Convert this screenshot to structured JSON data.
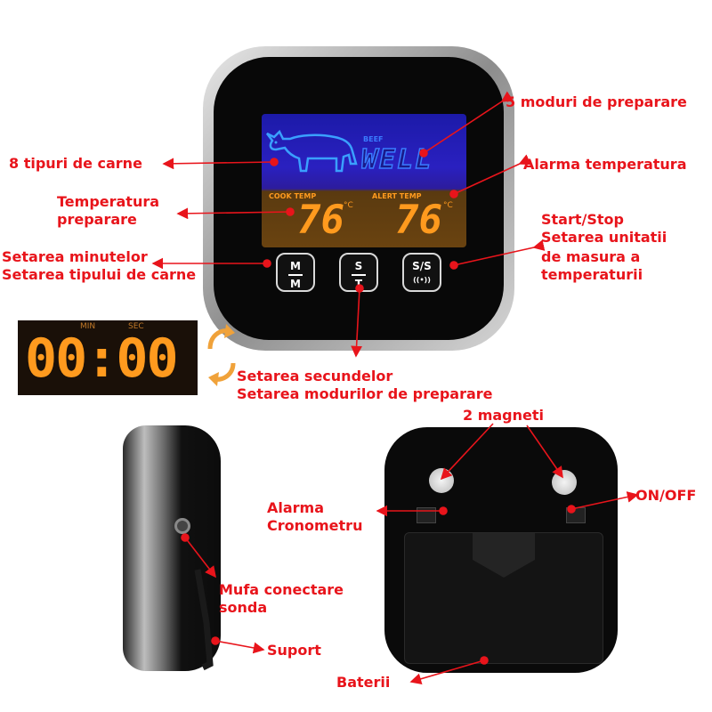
{
  "device": {
    "beef_label": "BEEF",
    "doneness": "WELL",
    "cook_temp_label": "COOK TEMP",
    "alert_temp_label": "ALERT TEMP",
    "cook_temp_value": "76",
    "alert_temp_value": "76",
    "unit": "°C",
    "buttons": {
      "mm_top": "M",
      "mm_bottom": "M",
      "st_top": "S",
      "st_bottom": "T",
      "ss_top": "S/S",
      "ss_bottom": "((•))"
    }
  },
  "timer": {
    "min_label": "MIN",
    "sec_label": "SEC",
    "value": "00:00"
  },
  "labels": {
    "modes": "5 moduri de preparare",
    "meat_types": "8 tipuri de carne",
    "alarm_temp": "Alarma temperatura",
    "cook_temp_line1": "Temperatura",
    "cook_temp_line2": "preparare",
    "start_stop": "Start/Stop",
    "unit_line1": "Setarea unitatii",
    "unit_line2": "de masura a",
    "unit_line3": "temperaturii",
    "minutes_line1": "Setarea minutelor",
    "minutes_line2": "Setarea tipului de carne",
    "seconds_line1": "Setarea secundelor",
    "seconds_line2": "Setarea modurilor de preparare",
    "magnets": "2 magneti",
    "alarm_line1": "Alarma",
    "alarm_line2": "Cronometru",
    "onoff": "ON/OFF",
    "probe_line1": "Mufa conectare",
    "probe_line2": "sonda",
    "stand": "Suport",
    "batteries": "Baterii"
  },
  "colors": {
    "annotation": "#e8141b",
    "lcd_orange": "#ff9a1e",
    "lcd_blue": "#3a7bff"
  }
}
